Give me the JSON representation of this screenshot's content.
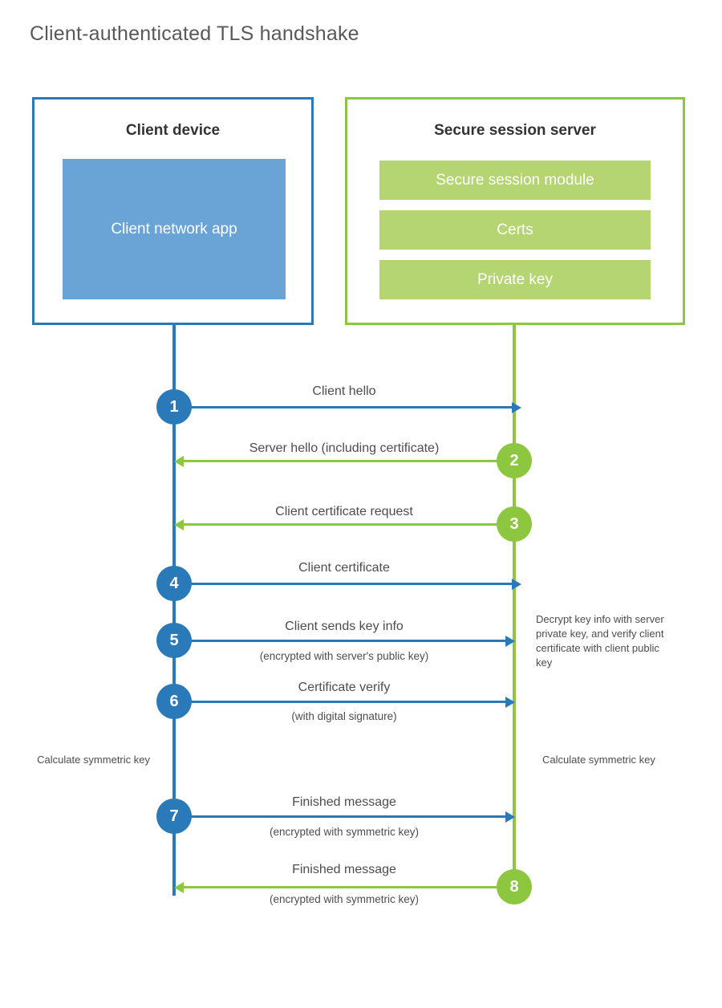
{
  "title": "Client-authenticated TLS handshake",
  "colors": {
    "client_blue": "#2a7ab9",
    "client_app_fill": "#6aa4d6",
    "server_green": "#8dc63f",
    "server_bar_fill": "#b4d572",
    "title_text": "#58595b",
    "body_text": "#4d4d4d",
    "background": "#ffffff"
  },
  "client": {
    "title": "Client device",
    "app_label": "Client network app"
  },
  "server": {
    "title": "Secure session server",
    "components": [
      {
        "label": "Secure session module"
      },
      {
        "label": "Certs"
      },
      {
        "label": "Private key"
      }
    ]
  },
  "steps": [
    {
      "number": "1",
      "label": "Client hello",
      "sublabel": "",
      "direction": "client-to-server",
      "color": "blue"
    },
    {
      "number": "2",
      "label": "Server hello (including certificate)",
      "sublabel": "",
      "direction": "server-to-client",
      "color": "green"
    },
    {
      "number": "3",
      "label": "Client certificate request",
      "sublabel": "",
      "direction": "server-to-client",
      "color": "green"
    },
    {
      "number": "4",
      "label": "Client certificate",
      "sublabel": "",
      "direction": "client-to-server",
      "color": "blue"
    },
    {
      "number": "5",
      "label": "Client sends key info",
      "sublabel": "(encrypted with server's public key)",
      "direction": "client-to-server",
      "color": "blue"
    },
    {
      "number": "6",
      "label": "Certificate verify",
      "sublabel": "(with digital signature)",
      "direction": "client-to-server",
      "color": "blue"
    },
    {
      "number": "7",
      "label": "Finished message",
      "sublabel": "(encrypted with symmetric key)",
      "direction": "client-to-server",
      "color": "blue"
    },
    {
      "number": "8",
      "label": "Finished message",
      "sublabel": "(encrypted with symmetric key)",
      "direction": "server-to-client",
      "color": "green"
    }
  ],
  "notes": {
    "server_decrypt": "Decrypt key info with server private key, and verify client certificate with client public key",
    "client_calculate": "Calculate symmetric key",
    "server_calculate": "Calculate symmetric key"
  }
}
